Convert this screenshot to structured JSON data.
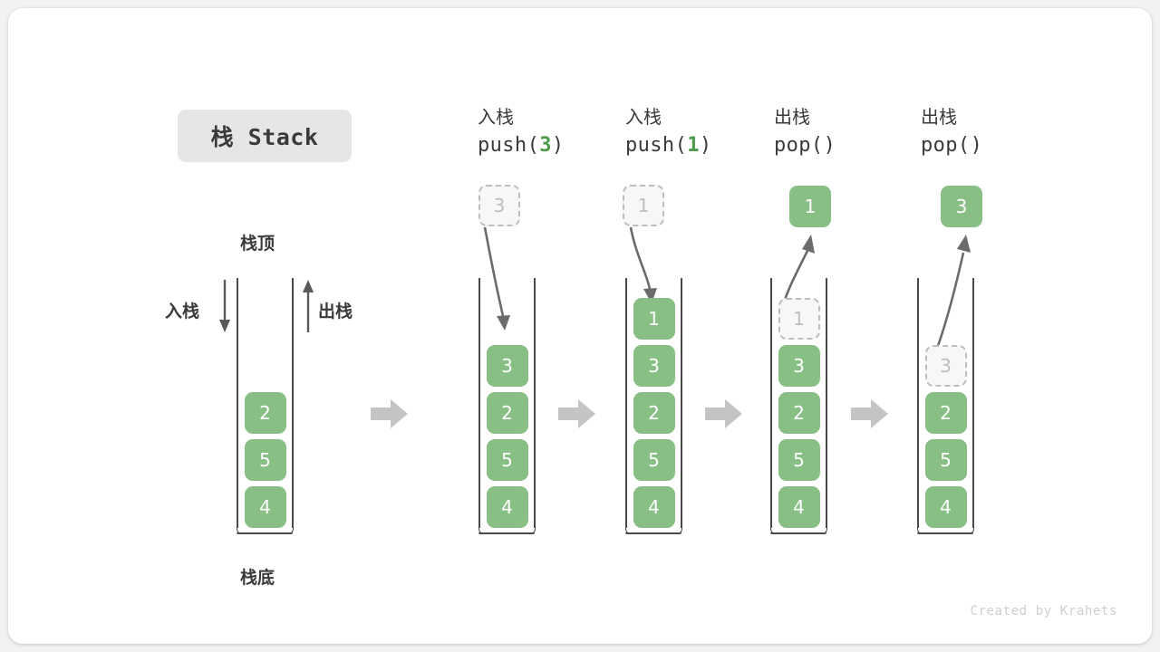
{
  "card": {
    "title_badge": "栈 Stack",
    "credit": "Created by Krahets"
  },
  "colors": {
    "cell_fill": "#88bf84",
    "cell_text": "#ffffff",
    "ghost_border": "#bdbdbd",
    "ghost_text": "#bdbdbd",
    "accent_green": "#4c9a4c",
    "container_line": "#4a4a4a",
    "step_arrow": "#c4c4c4",
    "badge_bg": "#e6e6e6"
  },
  "legend": {
    "top_label": "栈顶",
    "bottom_label": "栈底",
    "push_side_label": "入栈",
    "pop_side_label": "出栈"
  },
  "columns": [
    {
      "id": "initial",
      "header_cn": "",
      "header_code": "",
      "cells": [
        "4",
        "5",
        "2"
      ],
      "ghost_in_stack": null,
      "float_cell": null,
      "float_cell_kind": null
    },
    {
      "id": "push-3",
      "header_cn": "入栈",
      "header_code_prefix": "push(",
      "header_code_arg": "3",
      "header_code_suffix": ")",
      "cells": [
        "4",
        "5",
        "2",
        "3"
      ],
      "ghost_in_stack": null,
      "float_cell": "3",
      "float_cell_kind": "ghost"
    },
    {
      "id": "push-1",
      "header_cn": "入栈",
      "header_code_prefix": "push(",
      "header_code_arg": "1",
      "header_code_suffix": ")",
      "cells": [
        "4",
        "5",
        "2",
        "3",
        "1"
      ],
      "ghost_in_stack": null,
      "float_cell": "1",
      "float_cell_kind": "ghost"
    },
    {
      "id": "pop-1",
      "header_cn": "出栈",
      "header_code_prefix": "pop(",
      "header_code_arg": "",
      "header_code_suffix": ")",
      "cells": [
        "4",
        "5",
        "2",
        "3"
      ],
      "ghost_in_stack": "1",
      "float_cell": "1",
      "float_cell_kind": "solid"
    },
    {
      "id": "pop-3",
      "header_cn": "出栈",
      "header_code_prefix": "pop(",
      "header_code_arg": "",
      "header_code_suffix": ")",
      "cells": [
        "4",
        "5",
        "2"
      ],
      "ghost_in_stack": "3",
      "float_cell": "3",
      "float_cell_kind": "solid"
    }
  ]
}
